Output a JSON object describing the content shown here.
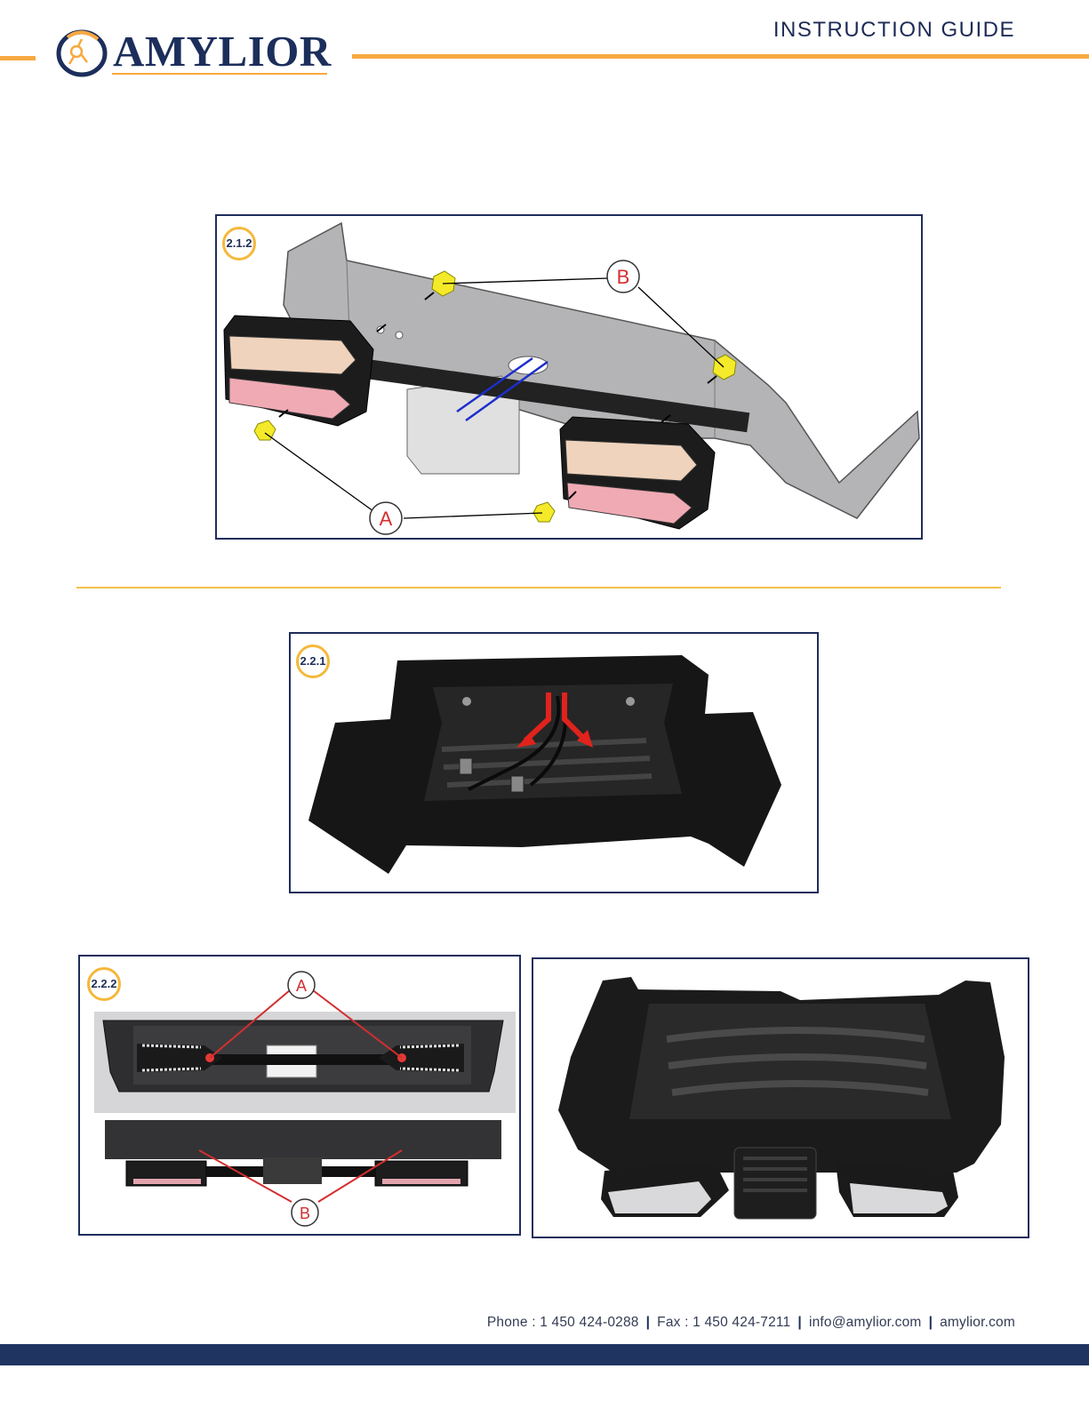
{
  "header": {
    "brand": "AMYLIOR",
    "title": "INSTRUCTION GUIDE"
  },
  "figures": {
    "fig_212": {
      "number": "2.1.2",
      "callout_a": "A",
      "callout_b": "B"
    },
    "fig_221": {
      "number": "2.2.1"
    },
    "fig_222": {
      "number": "2.2.2",
      "callout_a": "A",
      "callout_b": "B"
    }
  },
  "footer": {
    "phone": "Phone : 1 450 424-0288",
    "fax": "Fax : 1 450 424-7211",
    "email": "info@amylior.com",
    "website": "amylior.com",
    "separator": "|"
  },
  "colors": {
    "accent_orange": "#f7a941",
    "navy": "#1f3461",
    "callout_red": "#d32f2f",
    "hardware_yellow": "#f4ea2a"
  }
}
